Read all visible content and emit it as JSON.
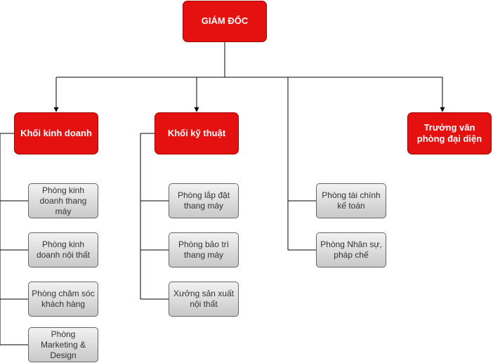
{
  "colors": {
    "red_fill": "#e51010",
    "red_border": "#a00000",
    "gray_border": "#666666",
    "line": "#000000"
  },
  "nodes": {
    "director": "GIÁM ĐỐC",
    "business_block": "Khối kinh doanh",
    "technical_block": "Khối kỹ thuật",
    "rep_office_head": "Trưởng văn phòng đại diện",
    "business_units": [
      "Phòng kinh doanh thang máy",
      "Phòng kinh doanh nội thất",
      "Phòng chăm sóc khách hàng",
      "Phòng Marketing & Design"
    ],
    "technical_units": [
      "Phòng lắp đặt thang máy",
      "Phòng bảo trì thang máy",
      "Xưởng sản xuất nội thất"
    ],
    "direct_units": [
      "Phòng tài chính kế toán",
      "Phòng Nhân sự, pháp chế"
    ]
  }
}
